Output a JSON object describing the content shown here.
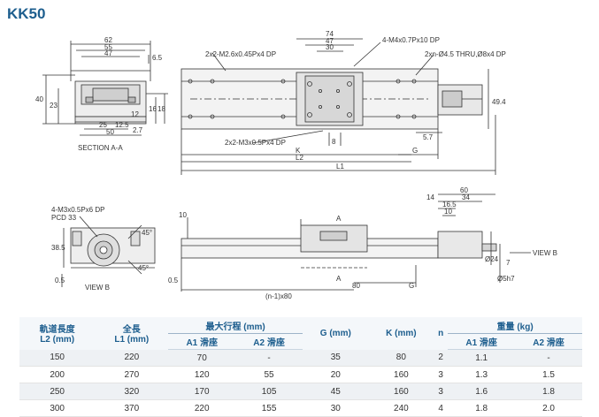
{
  "title": "KK50",
  "dims": {
    "d62": "62",
    "d55": "55",
    "d47l": "47",
    "d6_5": "6.5",
    "d40": "40",
    "d23": "23",
    "d16": "16",
    "d18": "18",
    "d12": "12",
    "d12_5": "12.5",
    "d2_7": "2.7",
    "d25": "25",
    "d50": "50",
    "section": "SECTION A-A",
    "d74": "74",
    "d47t": "47",
    "d30": "30",
    "note_m26": "2x2-M2.6x0.45Px4 DP",
    "note_m4": "4-M4x0.7Px10 DP",
    "note_thru": "2xn-Ø4.5 THRU,Ø8x4 DP",
    "note_m3": "2x2-M3x0.5Px4 DP",
    "d49_4": "49.4",
    "d8": "8",
    "d5_7": "5.7",
    "K": "K",
    "G": "G",
    "L2": "L2",
    "L1": "L1",
    "note_m3b": "4-M3x0.5Px6 DP",
    "pcd": "PCD 33",
    "d38_5": "38.5",
    "d0_5": "0.5",
    "d45a": "45°",
    "d45b": "45°",
    "viewb": "VIEW B",
    "d10": "10",
    "A1": "A",
    "A2": "A",
    "d80": "80",
    "n80": "(n-1)x80",
    "G2": "G",
    "d0_5b": "0.5",
    "d60": "60",
    "d34": "34",
    "d14": "14",
    "d16_5": "16.5",
    "d10b": "10",
    "d24": "Ø24",
    "d5h7": "Ø5h7",
    "d7": "7",
    "viewb2": "VIEW B"
  },
  "table": {
    "headers": {
      "rail_len": "軌道長度",
      "rail_len_unit": "L2 (mm)",
      "total_len": "全長",
      "total_len_unit": "L1 (mm)",
      "max_stroke": "最大行程 (mm)",
      "a1": "A1 滑座",
      "a2": "A2 滑座",
      "g": "G (mm)",
      "k": "K (mm)",
      "n": "n",
      "weight": "重量 (kg)",
      "w_a1": "A1 滑座",
      "w_a2": "A2 滑座"
    },
    "rows": [
      [
        "150",
        "220",
        "70",
        "-",
        "35",
        "80",
        "2",
        "1.1",
        "-"
      ],
      [
        "200",
        "270",
        "120",
        "55",
        "20",
        "160",
        "3",
        "1.3",
        "1.5"
      ],
      [
        "250",
        "320",
        "170",
        "105",
        "45",
        "160",
        "3",
        "1.6",
        "1.8"
      ],
      [
        "300",
        "370",
        "220",
        "155",
        "30",
        "240",
        "4",
        "1.8",
        "2.0"
      ]
    ]
  }
}
